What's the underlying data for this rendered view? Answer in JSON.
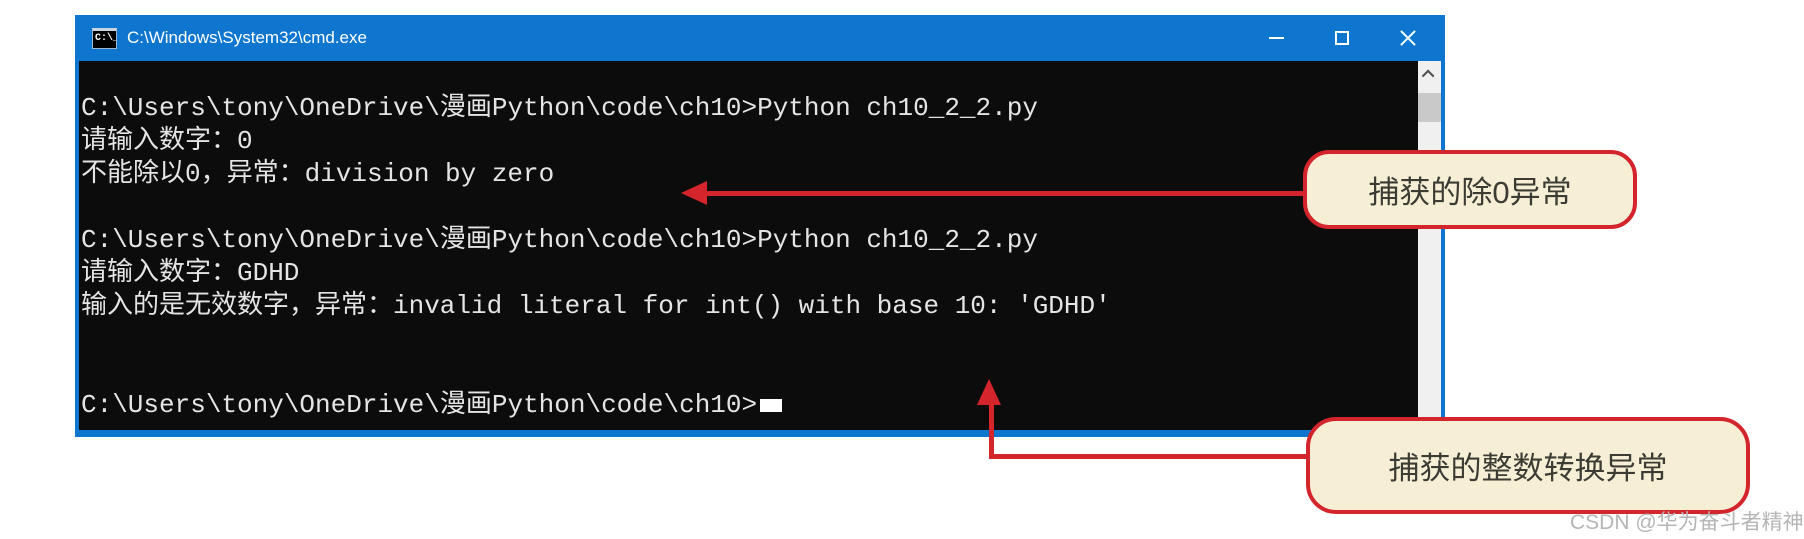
{
  "window": {
    "title": "C:\\Windows\\System32\\cmd.exe",
    "icon_glyph": "C:\\_"
  },
  "terminal": {
    "lines": [
      "C:\\Users\\tony\\OneDrive\\漫画Python\\code\\ch10>Python ch10_2_2.py",
      "请输入数字：0",
      "不能除以0，异常：division by zero",
      "",
      "C:\\Users\\tony\\OneDrive\\漫画Python\\code\\ch10>Python ch10_2_2.py",
      "请输入数字：GDHD",
      "输入的是无效数字，异常：invalid literal for int() with base 10: 'GDHD'",
      "",
      "",
      "C:\\Users\\tony\\OneDrive\\漫画Python\\code\\ch10>"
    ]
  },
  "annotations": {
    "divide_zero_callout": "捕获的除0异常",
    "int_conversion_callout": "捕获的整数转换异常"
  },
  "watermark": "CSDN @华为奋斗者精神",
  "colors": {
    "titlebar_blue": "#0e76cf",
    "window_border_blue": "#0e76cf",
    "terminal_bg": "#0c0c0c",
    "terminal_text": "#e4e4e4",
    "annotation_red": "#d4242c",
    "callout_bg": "#f6efd5",
    "callout_text": "#3c3c34",
    "scrollbar_track": "#f0f0f0",
    "scrollbar_thumb": "#c9c9c9",
    "watermark_gray": "#b5b5b5"
  }
}
